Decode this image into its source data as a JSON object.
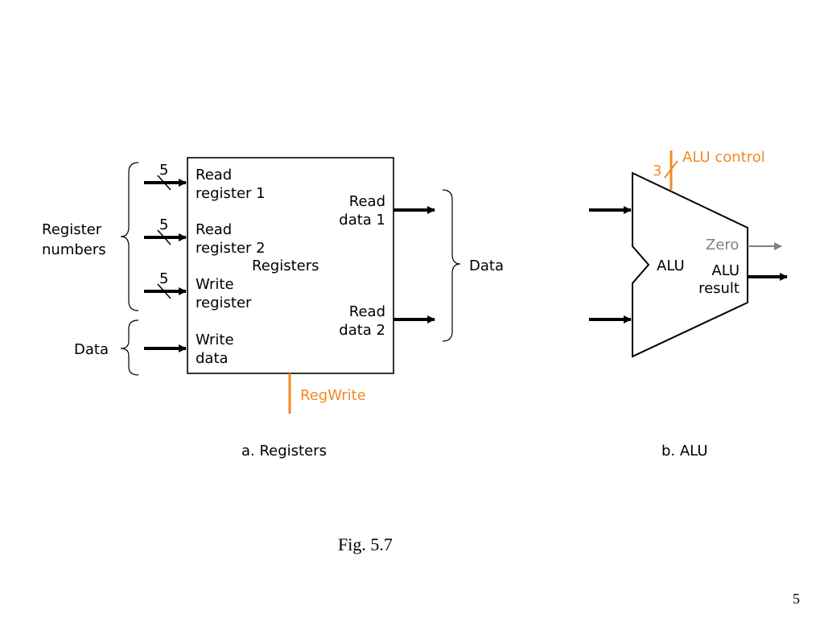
{
  "colors": {
    "line": "#000000",
    "control": "#f08a24",
    "zero": "#808080"
  },
  "registers": {
    "label_register_numbers_1": "Register",
    "label_register_numbers_2": "numbers",
    "label_data_left": "Data",
    "bus_width_1": "5",
    "bus_width_2": "5",
    "bus_width_3": "5",
    "read_register_1_a": "Read",
    "read_register_1_b": "register 1",
    "read_register_2_a": "Read",
    "read_register_2_b": "register 2",
    "write_register_a": "Write",
    "write_register_b": "register",
    "write_data_a": "Write",
    "write_data_b": "data",
    "block_name": "Registers",
    "read_data_1_a": "Read",
    "read_data_1_b": "data 1",
    "read_data_2_a": "Read",
    "read_data_2_b": "data 2",
    "label_data_right": "Data",
    "control": "RegWrite",
    "caption": "a. Registers"
  },
  "alu": {
    "control_width": "3",
    "control": "ALU control",
    "name": "ALU",
    "zero": "Zero",
    "result_a": "ALU",
    "result_b": "result",
    "caption": "b. ALU"
  },
  "figure_label": "Fig. 5.7",
  "page_number": "5"
}
